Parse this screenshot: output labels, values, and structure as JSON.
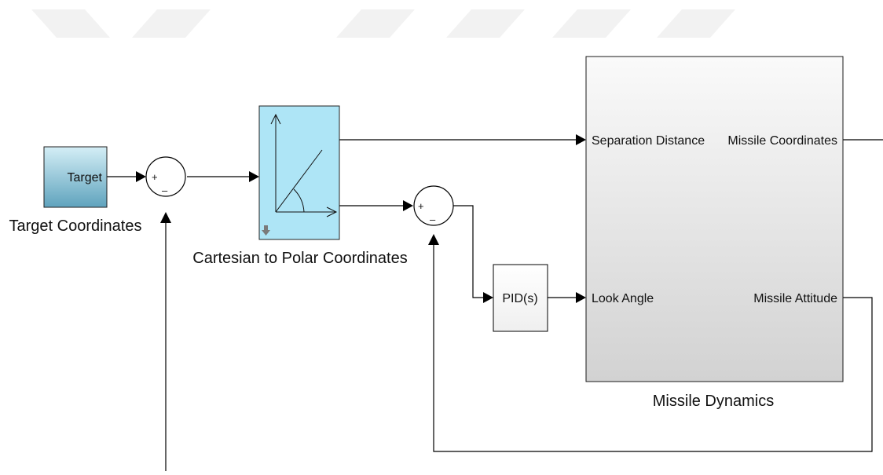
{
  "blocks": {
    "target": {
      "text": "Target",
      "caption": "Target Coordinates"
    },
    "sum1": {
      "plus": "+",
      "minus": "–"
    },
    "cart2pol": {
      "caption": "Cartesian to Polar Coordinates"
    },
    "sum2": {
      "plus": "+",
      "minus": "–"
    },
    "pid": {
      "text": "PID(s)"
    },
    "missile": {
      "caption": "Missile Dynamics",
      "in_ports": [
        "Separation Distance",
        "Look Angle"
      ],
      "out_ports": [
        "Missile Coordinates",
        "Missile Attitude"
      ]
    }
  }
}
